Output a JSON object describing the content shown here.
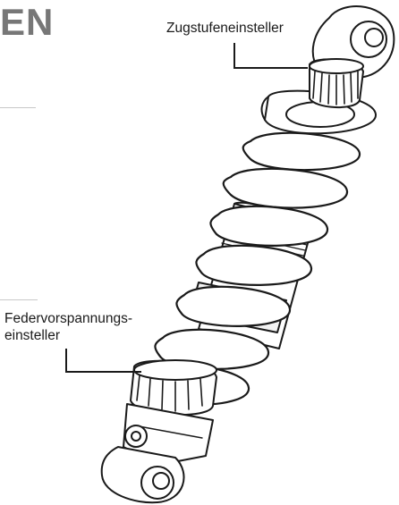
{
  "heading": "EN",
  "callouts": {
    "rebound": {
      "text": "Zugstufeneinsteller"
    },
    "preload": {
      "line1": "Federvorspannungs-",
      "line2": "einsteller"
    }
  },
  "colors": {
    "heading": "#777777",
    "line": "#1a1a1a",
    "rule": "#c8c8c8"
  }
}
